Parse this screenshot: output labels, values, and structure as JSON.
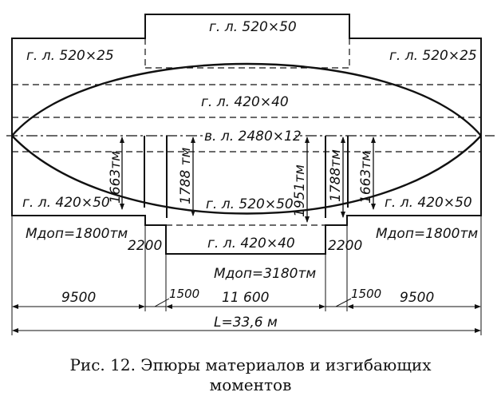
{
  "plates": {
    "top_center": "г. л. 520×50",
    "top_left": "г. л. 520×25",
    "top_right": "г. л. 520×25",
    "middle": "г. л. 420×40",
    "web": "в. л. 2480×12",
    "bottom_left": "г. л. 420×50",
    "bottom_center": "г. л. 520×50",
    "bottom_right": "г. л. 420×50",
    "bottom_lower": "г. л. 420×40"
  },
  "moments": {
    "m1": "1663тм",
    "m2": "1788 тм",
    "m3": "1951тм",
    "m4": "1788тм",
    "m5": "1663тм"
  },
  "allowable": {
    "left": "Mдоп=1800тм",
    "right": "Mдоп=1800тм",
    "center": "Mдоп=3180тм"
  },
  "offsets": {
    "left": "2200",
    "right": "2200"
  },
  "dimensions": {
    "d1": "9500",
    "d2": "1500",
    "d3": "11 600",
    "d4": "1500",
    "d5": "9500",
    "total": "L=33,6 м"
  },
  "caption": {
    "line1": "Рис. 12. Эпюры материалов и изгибающих",
    "line2": "моментов"
  }
}
